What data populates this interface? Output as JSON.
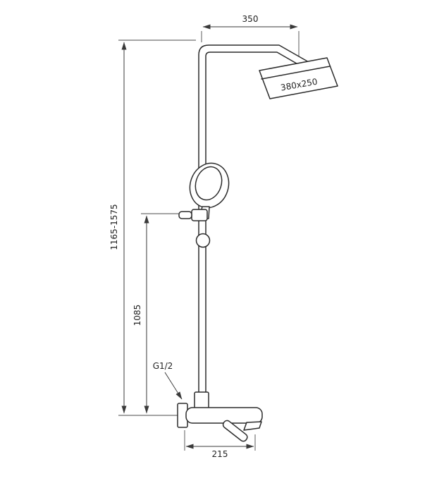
{
  "drawing": {
    "labels": {
      "top_width": "350",
      "head_size": "380x250",
      "overall_height": "1165-1575",
      "riser_height": "1085",
      "thread": "G1/2",
      "spout_projection": "215"
    },
    "colors": {
      "line": "#2b2b2b",
      "dimension": "#3a3a3a",
      "background": "#ffffff"
    }
  }
}
